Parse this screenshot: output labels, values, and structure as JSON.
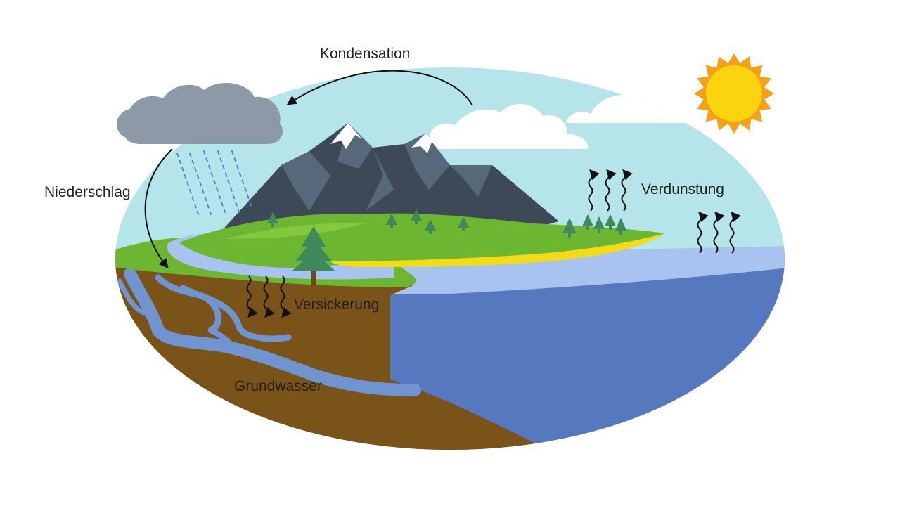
{
  "labels": {
    "condensation": "Kondensation",
    "precipitation": "Niederschlag",
    "evaporation": "Verdunstung",
    "infiltration": "Versickerung",
    "groundwater": "Grundwasser"
  },
  "colors": {
    "sky": "#b5e4ea",
    "ocean_surface": "#a8c3ef",
    "ocean_deep": "#5678bf",
    "soil": "#7a5318",
    "grass": "#6db632",
    "mountain": "#3d4956",
    "snow": "#ffffff",
    "beach": "#f2dc1a",
    "groundwater": "#6f94cf",
    "rain_cloud": "#8d99a6",
    "sun": "#fbd30f",
    "sun_rays": "#f3a11b",
    "arrow": "#111111"
  },
  "icons": {
    "sun": "sun-icon",
    "rain_cloud": "rain-cloud-icon",
    "cloud": "cloud-icon"
  }
}
